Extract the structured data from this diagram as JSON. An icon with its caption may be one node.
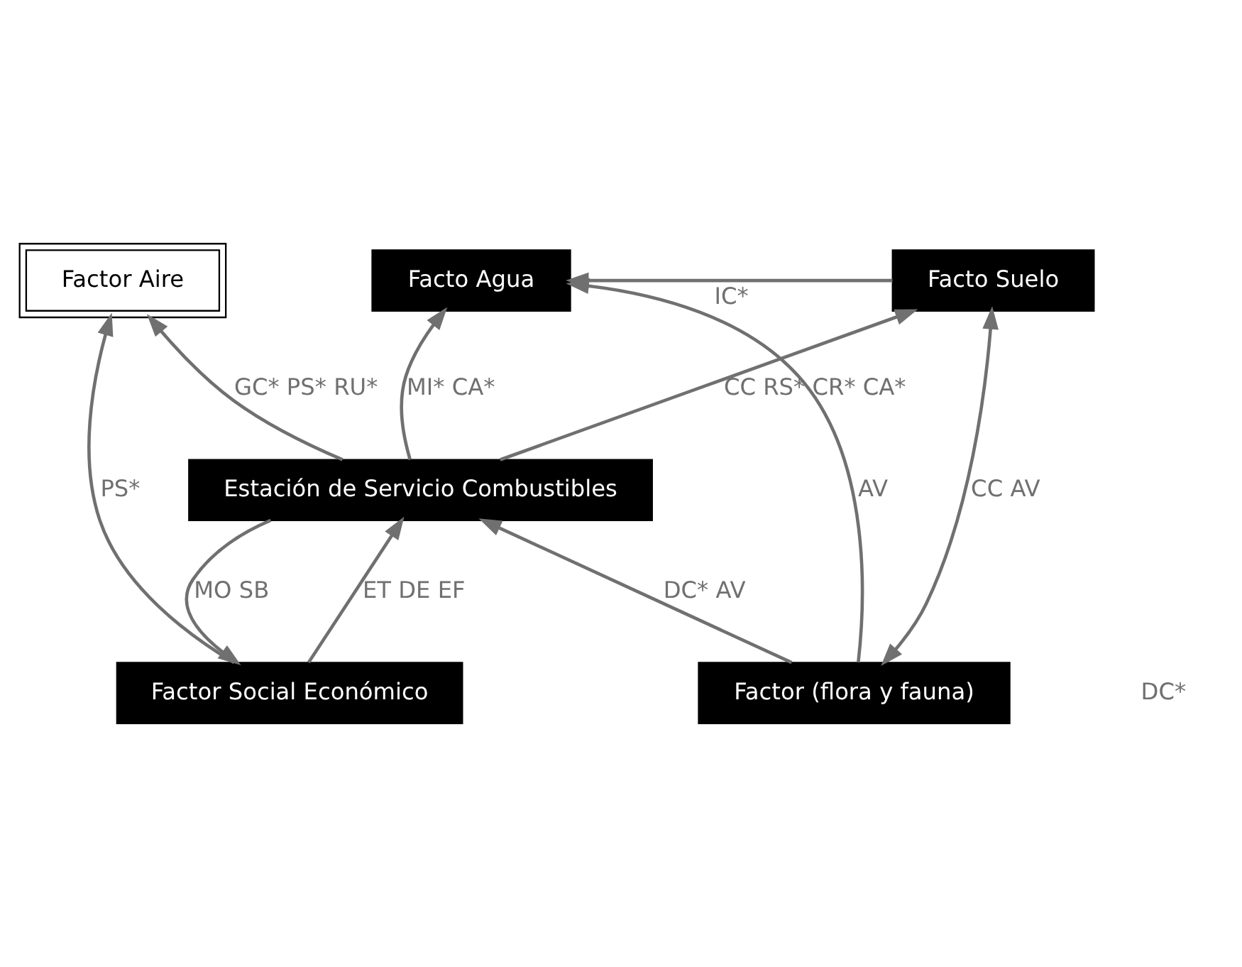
{
  "diagram": {
    "nodes": [
      {
        "text": [
          "Factor Aire"
        ]
      },
      {
        "text": [
          "Facto Suelo"
        ]
      },
      {
        "text": [
          "Facto Agua"
        ]
      },
      {
        "text": [
          "Estación de Servicio Combustibles"
        ]
      },
      {
        "text": [
          "Factor (flora y fauna)"
        ]
      },
      {
        "text": [
          "Factor Social Económico"
        ]
      }
    ],
    "edges": [
      {
        "from": 3,
        "to": 0,
        "arrow": "to",
        "label": "GC* PS* RU*"
      },
      {
        "from": 5,
        "to": 0,
        "arrow": "to",
        "label": "PS*"
      },
      {
        "from": 3,
        "to": 1,
        "arrow": "to",
        "label": "CC RS* CR* CA*"
      },
      {
        "from": 1,
        "to": 2,
        "arrow": "to",
        "label": "IC*"
      },
      {
        "from": 3,
        "to": 2,
        "arrow": "to",
        "label": "MI* CA*"
      },
      {
        "from": 3,
        "to": 5,
        "arrow": "to",
        "label": "MO SB"
      },
      {
        "from": 5,
        "to": 3,
        "arrow": "to",
        "label": "ET DE EF"
      },
      {
        "from": 4,
        "to": 3,
        "arrow": "to",
        "label": "DC* AV"
      },
      {
        "from": 4,
        "to": 2,
        "arrow": "to",
        "label": "AV"
      },
      {
        "from": 4,
        "to": 1,
        "arrow": "both",
        "label": "CC AV"
      }
    ],
    "labels": [
      "DC*"
    ]
  }
}
